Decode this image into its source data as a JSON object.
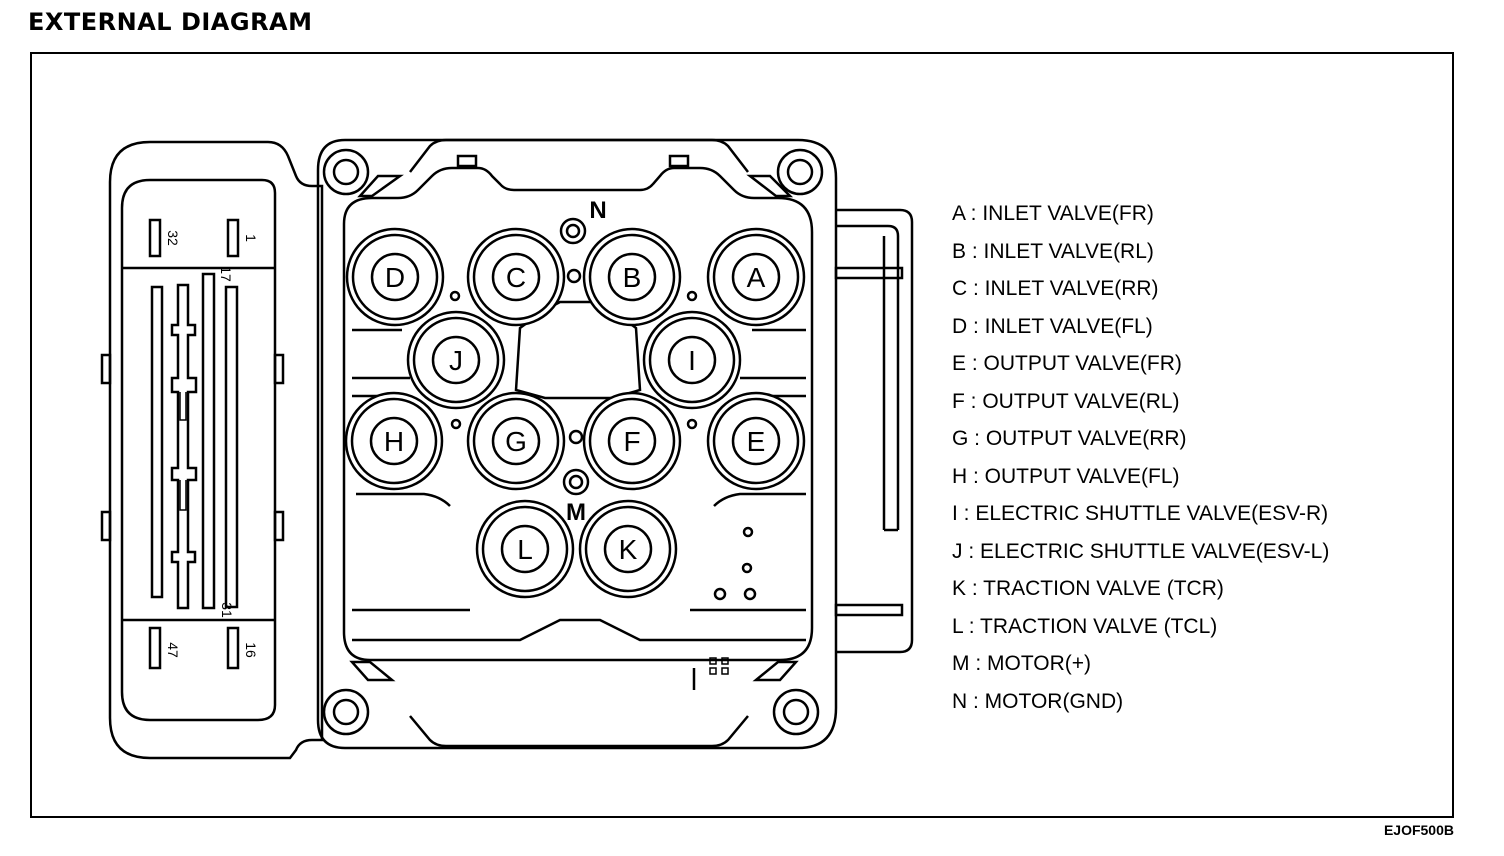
{
  "title": "EXTERNAL DIAGRAM",
  "figure_code": "EJOF500B",
  "connector_pins": {
    "pin_32": "32",
    "pin_1": "1",
    "pin_17": "17",
    "pin_31": "31",
    "pin_47": "47",
    "pin_16": "16"
  },
  "valve_letters": {
    "A": "A",
    "B": "B",
    "C": "C",
    "D": "D",
    "E": "E",
    "F": "F",
    "G": "G",
    "H": "H",
    "I": "I",
    "J": "J",
    "K": "K",
    "L": "L"
  },
  "motor_labels": {
    "M": "M",
    "N": "N"
  },
  "legend": [
    "A : INLET VALVE(FR)",
    "B : INLET VALVE(RL)",
    "C : INLET VALVE(RR)",
    "D : INLET VALVE(FL)",
    "E : OUTPUT VALVE(FR)",
    "F : OUTPUT VALVE(RL)",
    "G : OUTPUT VALVE(RR)",
    "H : OUTPUT VALVE(FL)",
    "I : ELECTRIC SHUTTLE VALVE(ESV-R)",
    "J : ELECTRIC SHUTTLE VALVE(ESV-L)",
    "K : TRACTION VALVE (TCR)",
    "L : TRACTION VALVE (TCL)",
    "M : MOTOR(+)",
    "N : MOTOR(GND)"
  ]
}
